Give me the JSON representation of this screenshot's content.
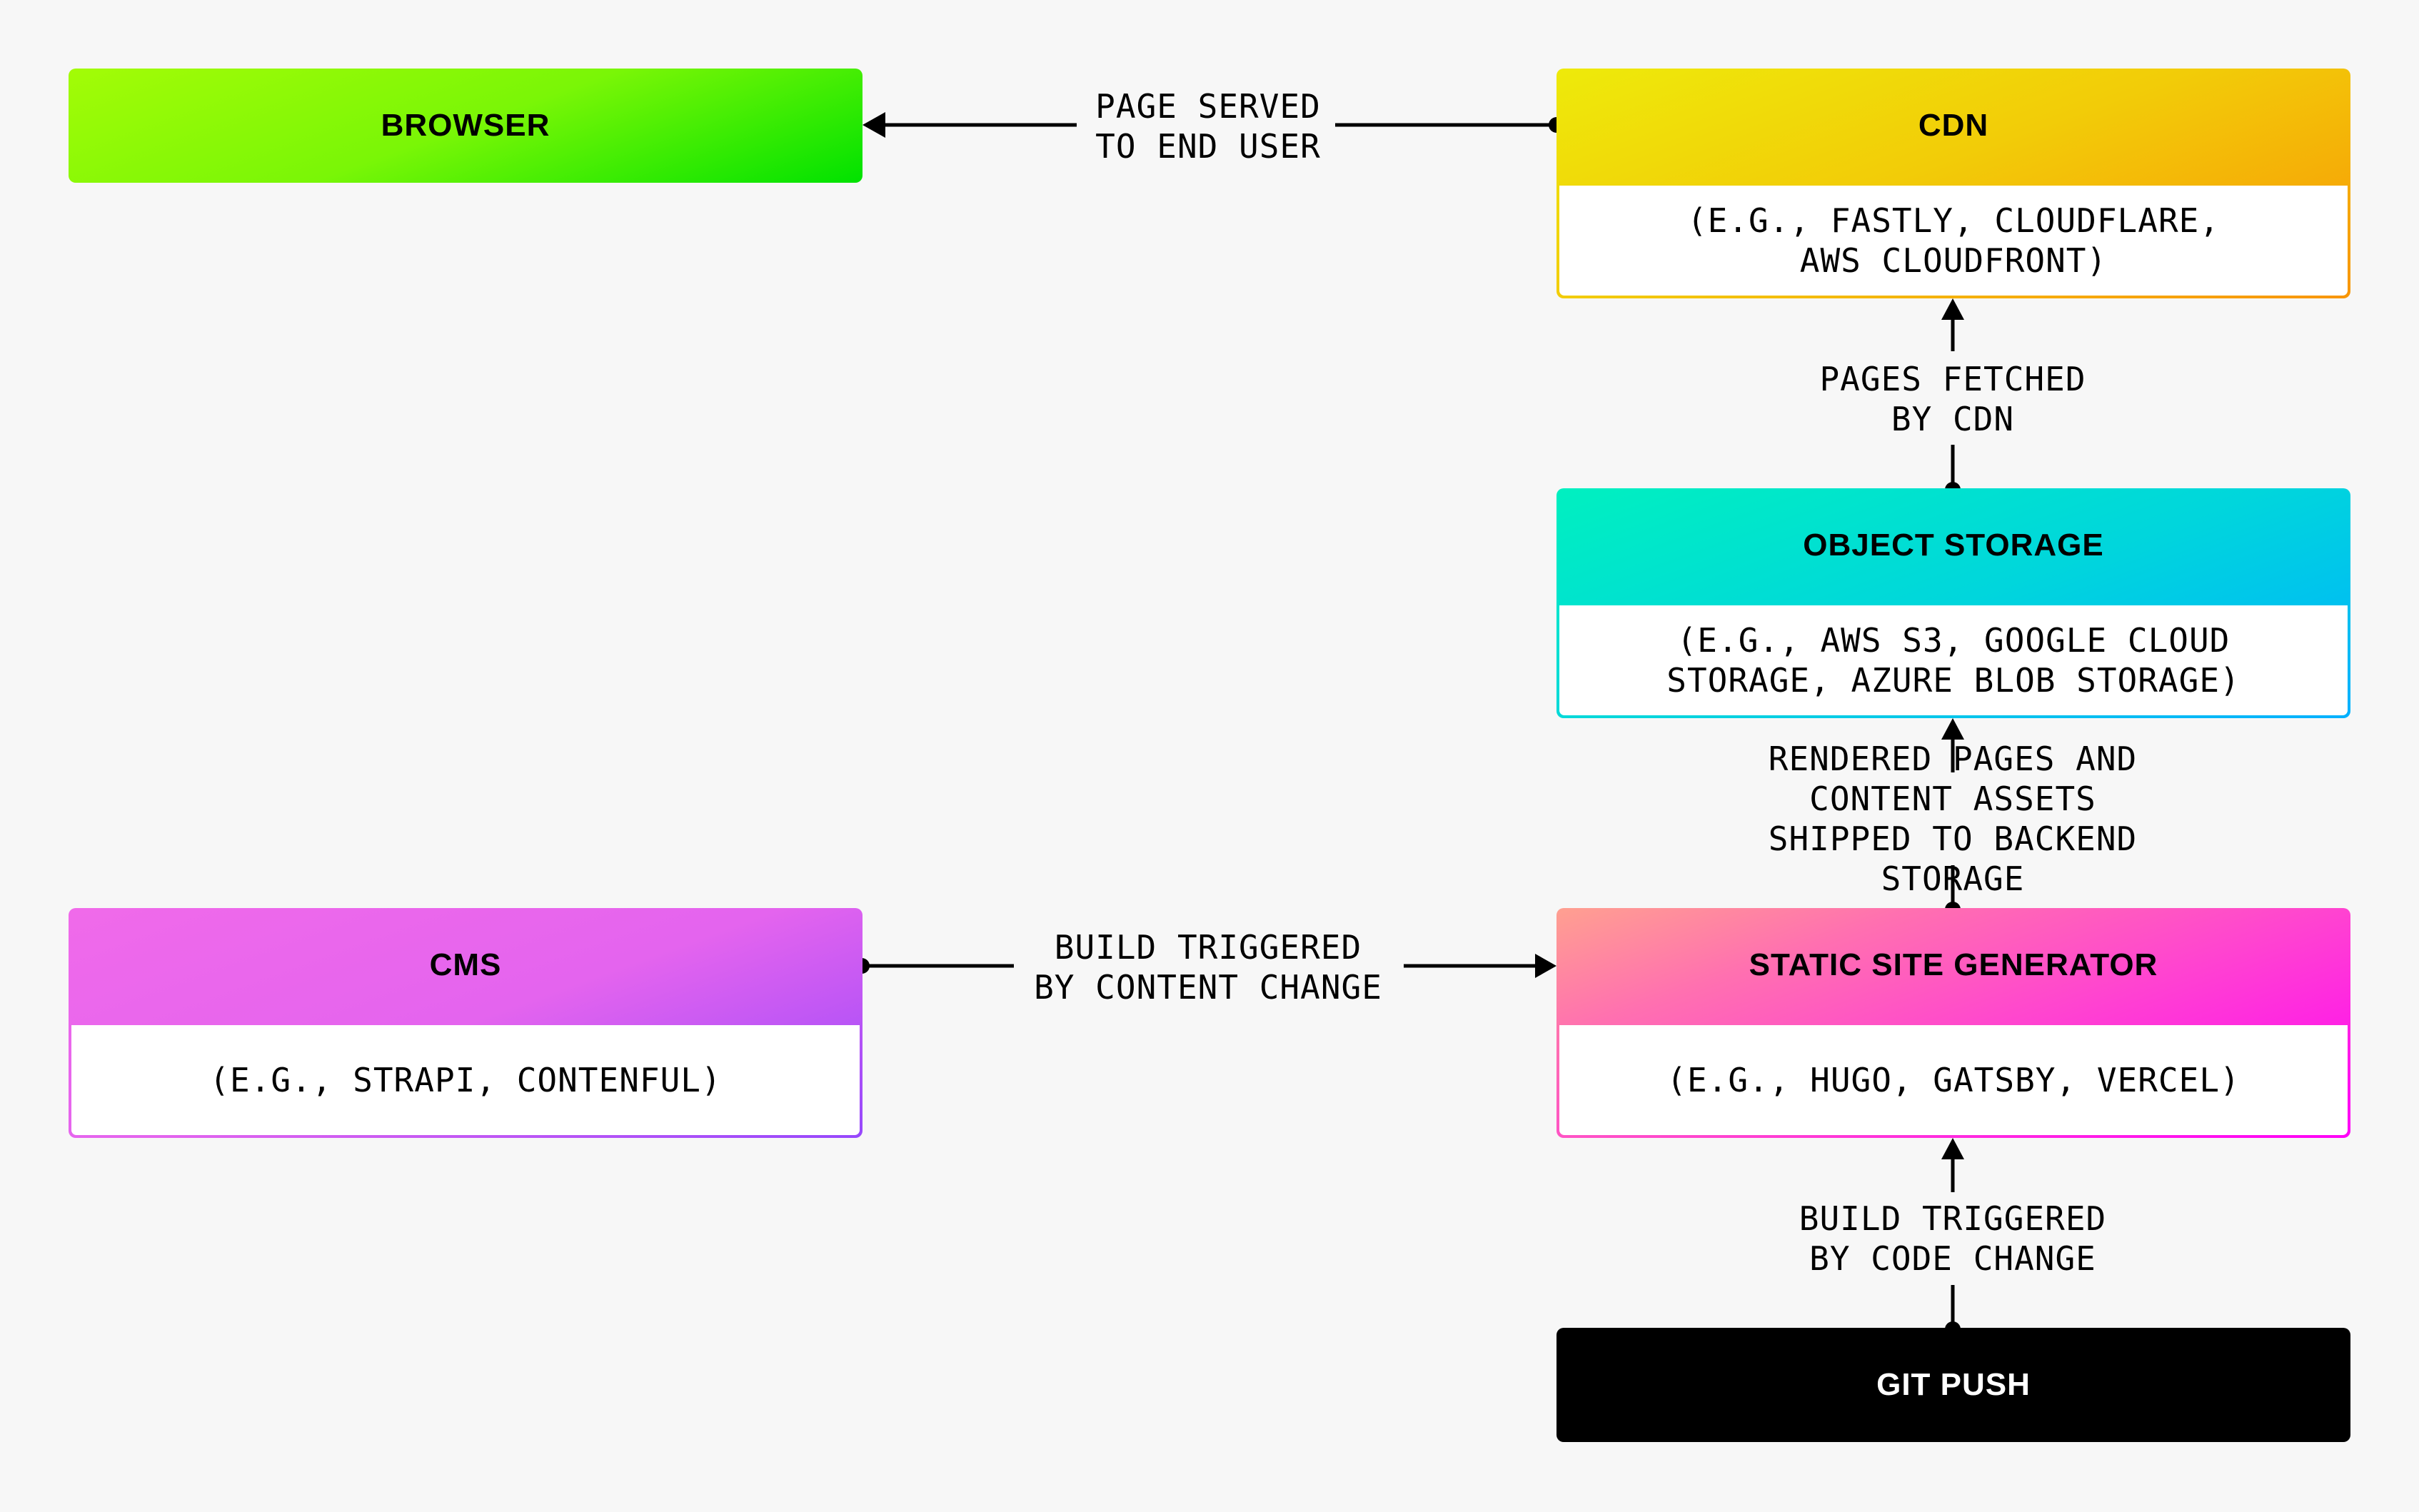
{
  "diagram": {
    "background": "#f7f7f7",
    "nodes": {
      "browser": {
        "title": "BROWSER",
        "gradient": [
          "#a3fc06",
          "#00e200"
        ]
      },
      "cdn": {
        "title": "CDN",
        "description": "(E.G., FASTLY, CLOUDFLARE,\nAWS CLOUDFRONT)",
        "gradient": [
          "#eeea0a",
          "#f89506"
        ]
      },
      "object_storage": {
        "title": "OBJECT STORAGE",
        "description": "(E.G., AWS S3, GOOGLE CLOUD\nSTORAGE, AZURE BLOB STORAGE)",
        "gradient": [
          "#00f0c0",
          "#00b0ff"
        ]
      },
      "cms": {
        "title": "CMS",
        "description": "(E.G., STRAPI, CONTENFUL)",
        "gradient": [
          "#f06aea",
          "#9648fc"
        ]
      },
      "static_site_generator": {
        "title": "STATIC SITE GENERATOR",
        "description": "(E.G., HUGO, GATSBY, VERCEL)",
        "gradient": [
          "#ffa090",
          "#ff00f8"
        ]
      },
      "git_push": {
        "title": "GIT PUSH",
        "color": "#000000",
        "text_color": "#ffffff"
      }
    },
    "edges": [
      {
        "from": "cdn",
        "to": "browser",
        "label": "PAGE SERVED\nTO END USER"
      },
      {
        "from": "object_storage",
        "to": "cdn",
        "label": "PAGES FETCHED\nBY CDN"
      },
      {
        "from": "static_site_generator",
        "to": "object_storage",
        "label": "RENDERED PAGES AND CONTENT ASSETS\nSHIPPED TO BACKEND STORAGE"
      },
      {
        "from": "cms",
        "to": "static_site_generator",
        "label": "BUILD TRIGGERED\nBY CONTENT CHANGE"
      },
      {
        "from": "git_push",
        "to": "static_site_generator",
        "label": "BUILD TRIGGERED\nBY CODE CHANGE"
      }
    ]
  }
}
